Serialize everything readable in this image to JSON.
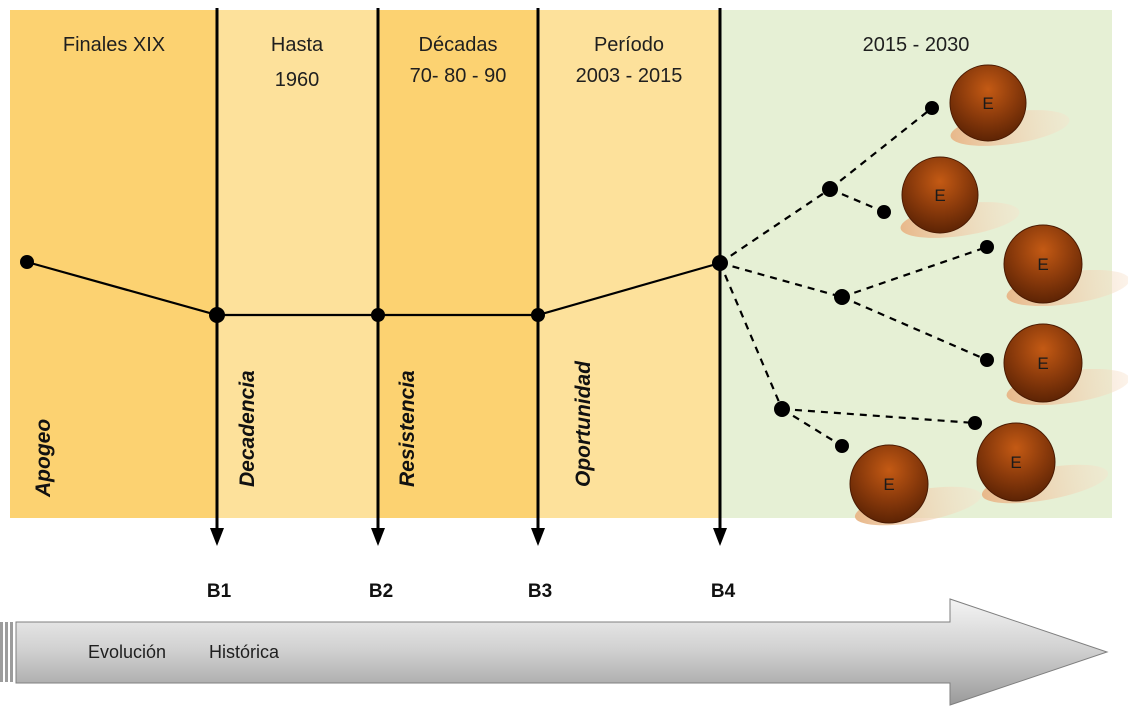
{
  "periods": [
    {
      "id": "p1",
      "title_lines": [
        "Finales XIX"
      ],
      "phase": "Apogeo",
      "color": "#fcd271"
    },
    {
      "id": "p2",
      "title_lines": [
        "Hasta",
        "1960"
      ],
      "phase": "Decadencia",
      "color": "#fde19b"
    },
    {
      "id": "p3",
      "title_lines": [
        "Décadas",
        "70- 80 - 90"
      ],
      "phase": "Resistencia",
      "color": "#fcd271"
    },
    {
      "id": "p4",
      "title_lines": [
        "Período",
        "2003 - 2015"
      ],
      "phase": "Oportunidad",
      "color": "#fde19b"
    },
    {
      "id": "p5",
      "title_lines": [
        "2015 - 2030"
      ],
      "phase": "",
      "color": "#e6f0d5"
    }
  ],
  "boundaries": [
    "B1",
    "B2",
    "B3",
    "B4"
  ],
  "scenario_label": "E",
  "scenario_count": 6,
  "evolution_arrow": {
    "words": [
      "Evolución",
      "Histórica"
    ]
  },
  "colors": {
    "sphere_dark": "#6a2a06",
    "sphere_light": "#c45a14",
    "shadow": "#efc9a3",
    "line": "#000000",
    "arrow_light": "#f2f2f2",
    "arrow_dark": "#9c9c9c"
  }
}
